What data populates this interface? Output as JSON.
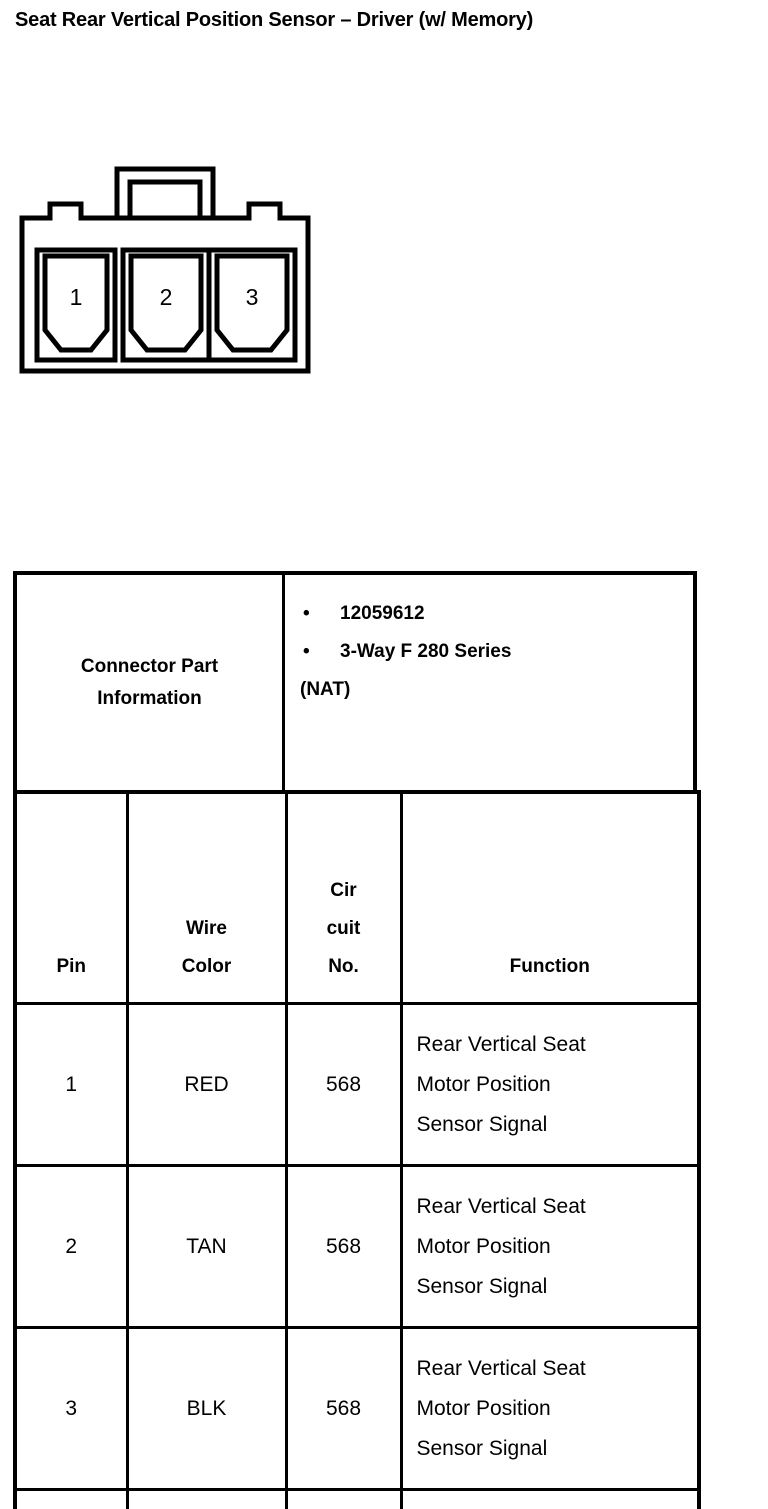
{
  "title": "Seat Rear Vertical Position Sensor – Driver (w/ Memory)",
  "diagram": {
    "name": "connector-face-view",
    "cavity_labels": [
      "1",
      "2",
      "3"
    ],
    "line_color": "#000000",
    "fill_color": "#ffffff"
  },
  "connector_part_information": {
    "label_line_1": "Connector Part",
    "label_line_2": "Information",
    "bullet_glyph": "•",
    "bullets": [
      "12059612",
      "3-Way F 280 Series"
    ],
    "continuation": "(NAT)"
  },
  "pin_table": {
    "headers": {
      "pin": [
        "Pin"
      ],
      "wire_color": [
        "Wire",
        "Color"
      ],
      "circuit_no": [
        "Cir",
        "cuit",
        "No."
      ],
      "function": [
        "Function"
      ]
    },
    "rows": [
      {
        "pin": "1",
        "wire_color": "RED",
        "circuit_no": "568",
        "function_lines": [
          "Rear Vertical Seat",
          "Motor Position",
          "Sensor Signal"
        ]
      },
      {
        "pin": "2",
        "wire_color": "TAN",
        "circuit_no": "568",
        "function_lines": [
          "Rear Vertical Seat",
          "Motor Position",
          "Sensor Signal"
        ]
      },
      {
        "pin": "3",
        "wire_color": "BLK",
        "circuit_no": "568",
        "function_lines": [
          "Rear Vertical Seat",
          "Motor Position",
          "Sensor Signal"
        ]
      }
    ]
  }
}
